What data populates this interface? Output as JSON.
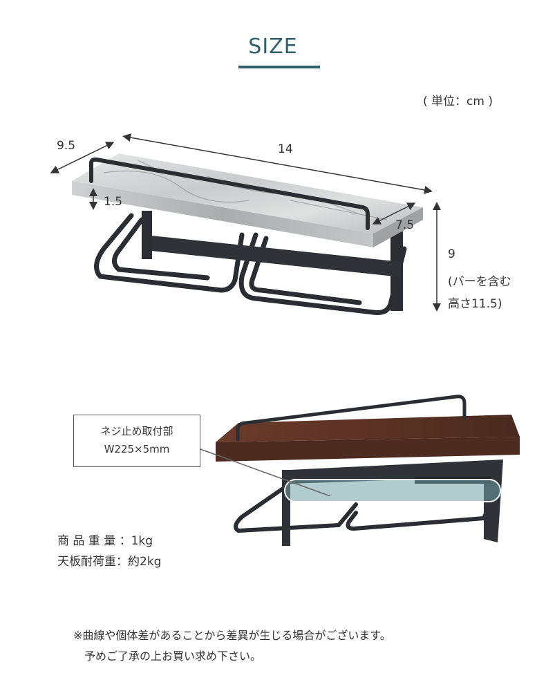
{
  "header": {
    "title": "SIZE",
    "unit_label": "( 単位：cm )"
  },
  "dimensions": {
    "depth": "9.5",
    "width": "14",
    "thickness": "1.5",
    "bar_depth": "7.5",
    "height": "9",
    "height_note_1": "(バーを含む",
    "height_note_2": "高さ11.5)"
  },
  "callout": {
    "line1": "ネジ止め取付部",
    "line2": "W225×5mm"
  },
  "specs": {
    "weight": "商 品 重 量 ：1kg",
    "load": "天板耐荷重：約2kg"
  },
  "footnote": {
    "line1": "※曲線や個体差があることから差異が生じる場合がございます。",
    "line2": "予めご了承の上お買い求め下さい。"
  },
  "colors": {
    "accent": "#2f5f6b",
    "frame": "#2a2e33",
    "marble": "#d4d6d6",
    "wood": "#5a3225"
  }
}
